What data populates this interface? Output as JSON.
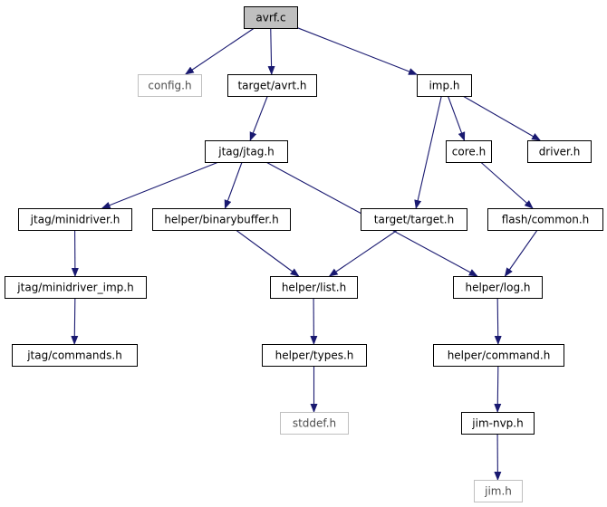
{
  "graph": {
    "nodes": [
      {
        "id": "avrf",
        "label": "avrf.c",
        "kind": "root"
      },
      {
        "id": "config",
        "label": "config.h",
        "kind": "external"
      },
      {
        "id": "target_avrt",
        "label": "target/avrt.h",
        "kind": "normal"
      },
      {
        "id": "imp",
        "label": "imp.h",
        "kind": "normal"
      },
      {
        "id": "jtag_jtag",
        "label": "jtag/jtag.h",
        "kind": "normal"
      },
      {
        "id": "core",
        "label": "core.h",
        "kind": "normal"
      },
      {
        "id": "driver",
        "label": "driver.h",
        "kind": "normal"
      },
      {
        "id": "jtag_minidriver",
        "label": "jtag/minidriver.h",
        "kind": "normal"
      },
      {
        "id": "helper_binarybuffer",
        "label": "helper/binarybuffer.h",
        "kind": "normal"
      },
      {
        "id": "target_target",
        "label": "target/target.h",
        "kind": "normal"
      },
      {
        "id": "flash_common",
        "label": "flash/common.h",
        "kind": "normal"
      },
      {
        "id": "jtag_minidriver_imp",
        "label": "jtag/minidriver_imp.h",
        "kind": "normal"
      },
      {
        "id": "helper_list",
        "label": "helper/list.h",
        "kind": "normal"
      },
      {
        "id": "helper_log",
        "label": "helper/log.h",
        "kind": "normal"
      },
      {
        "id": "jtag_commands",
        "label": "jtag/commands.h",
        "kind": "normal"
      },
      {
        "id": "helper_types",
        "label": "helper/types.h",
        "kind": "normal"
      },
      {
        "id": "helper_command",
        "label": "helper/command.h",
        "kind": "normal"
      },
      {
        "id": "stddef",
        "label": "stddef.h",
        "kind": "external"
      },
      {
        "id": "jim_nvp",
        "label": "jim-nvp.h",
        "kind": "normal"
      },
      {
        "id": "jim",
        "label": "jim.h",
        "kind": "external"
      }
    ],
    "edges": [
      {
        "from": "avrf",
        "to": "config"
      },
      {
        "from": "avrf",
        "to": "target_avrt"
      },
      {
        "from": "avrf",
        "to": "imp"
      },
      {
        "from": "target_avrt",
        "to": "jtag_jtag"
      },
      {
        "from": "imp",
        "to": "target_target"
      },
      {
        "from": "imp",
        "to": "core"
      },
      {
        "from": "imp",
        "to": "driver"
      },
      {
        "from": "jtag_jtag",
        "to": "jtag_minidriver"
      },
      {
        "from": "jtag_jtag",
        "to": "helper_binarybuffer"
      },
      {
        "from": "jtag_jtag",
        "to": "helper_log"
      },
      {
        "from": "core",
        "to": "flash_common"
      },
      {
        "from": "jtag_minidriver",
        "to": "jtag_minidriver_imp"
      },
      {
        "from": "helper_binarybuffer",
        "to": "helper_list"
      },
      {
        "from": "target_target",
        "to": "helper_list"
      },
      {
        "from": "flash_common",
        "to": "helper_log"
      },
      {
        "from": "jtag_minidriver_imp",
        "to": "jtag_commands"
      },
      {
        "from": "helper_list",
        "to": "helper_types"
      },
      {
        "from": "helper_log",
        "to": "helper_command"
      },
      {
        "from": "helper_types",
        "to": "stddef"
      },
      {
        "from": "helper_command",
        "to": "jim_nvp"
      },
      {
        "from": "jim_nvp",
        "to": "jim"
      }
    ]
  },
  "colors": {
    "edge": "#191970",
    "root_fill": "#bfbfbf",
    "node_border": "#000000",
    "external_border": "#bfbfbf"
  }
}
